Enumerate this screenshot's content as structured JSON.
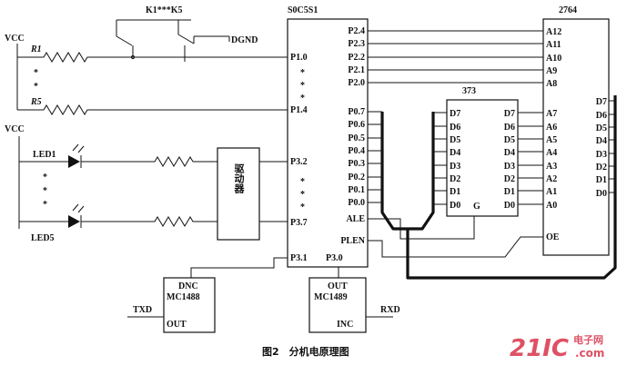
{
  "diagram": {
    "caption": "图2　分机电原理图",
    "watermark": {
      "brand": "21IC",
      "site": "电子网",
      "url": ".com"
    },
    "power": {
      "vcc_top": "VCC",
      "vcc_led": "VCC"
    },
    "switches": {
      "label": "K1***K5",
      "ground": "DGND"
    },
    "resistors": {
      "r1": "R1",
      "r5": "R5",
      "dots": "*"
    },
    "leds": {
      "led1": "LED1",
      "led5": "LED5"
    },
    "driver": {
      "name": "驱动器"
    },
    "mcu": {
      "name": "S0C5S1",
      "left_pins": [
        "P1.0",
        "P1.4",
        "P3.2",
        "P3.7",
        "P3.1",
        "P3.0"
      ],
      "p2_pins": [
        "P2.4",
        "P2.3",
        "P2.2",
        "P2.1",
        "P2.0"
      ],
      "p0_pins": [
        "P0.7",
        "P0.6",
        "P0.5",
        "P0.4",
        "P0.3",
        "P0.2",
        "P0.1",
        "P0.0"
      ],
      "ale": "ALE",
      "plen": "PLEN"
    },
    "latch": {
      "name": "373",
      "d_pins": [
        "D7",
        "D6",
        "D5",
        "D4",
        "D3",
        "D2",
        "D1",
        "D0"
      ],
      "q_pins": [
        "D7",
        "D6",
        "D5",
        "D4",
        "D3",
        "D2",
        "D1",
        "D0"
      ],
      "g": "G"
    },
    "eprom": {
      "name": "2764",
      "addr_high": [
        "A12",
        "A11",
        "A10",
        "A9",
        "A8"
      ],
      "addr_low": [
        "A7",
        "A6",
        "A5",
        "A4",
        "A3",
        "A2",
        "A1",
        "A0"
      ],
      "oe": "OE",
      "data_pins": [
        "D7",
        "D6",
        "D5",
        "D4",
        "D3",
        "D2",
        "D1",
        "D0"
      ]
    },
    "tx_driver": {
      "name": "MC1488",
      "in_label": "DNC",
      "out_label": "OUT",
      "signal": "TXD"
    },
    "rx_receiver": {
      "name": "MC1489",
      "out_label": "OUT",
      "in_label": "INC",
      "signal": "RXD"
    }
  }
}
